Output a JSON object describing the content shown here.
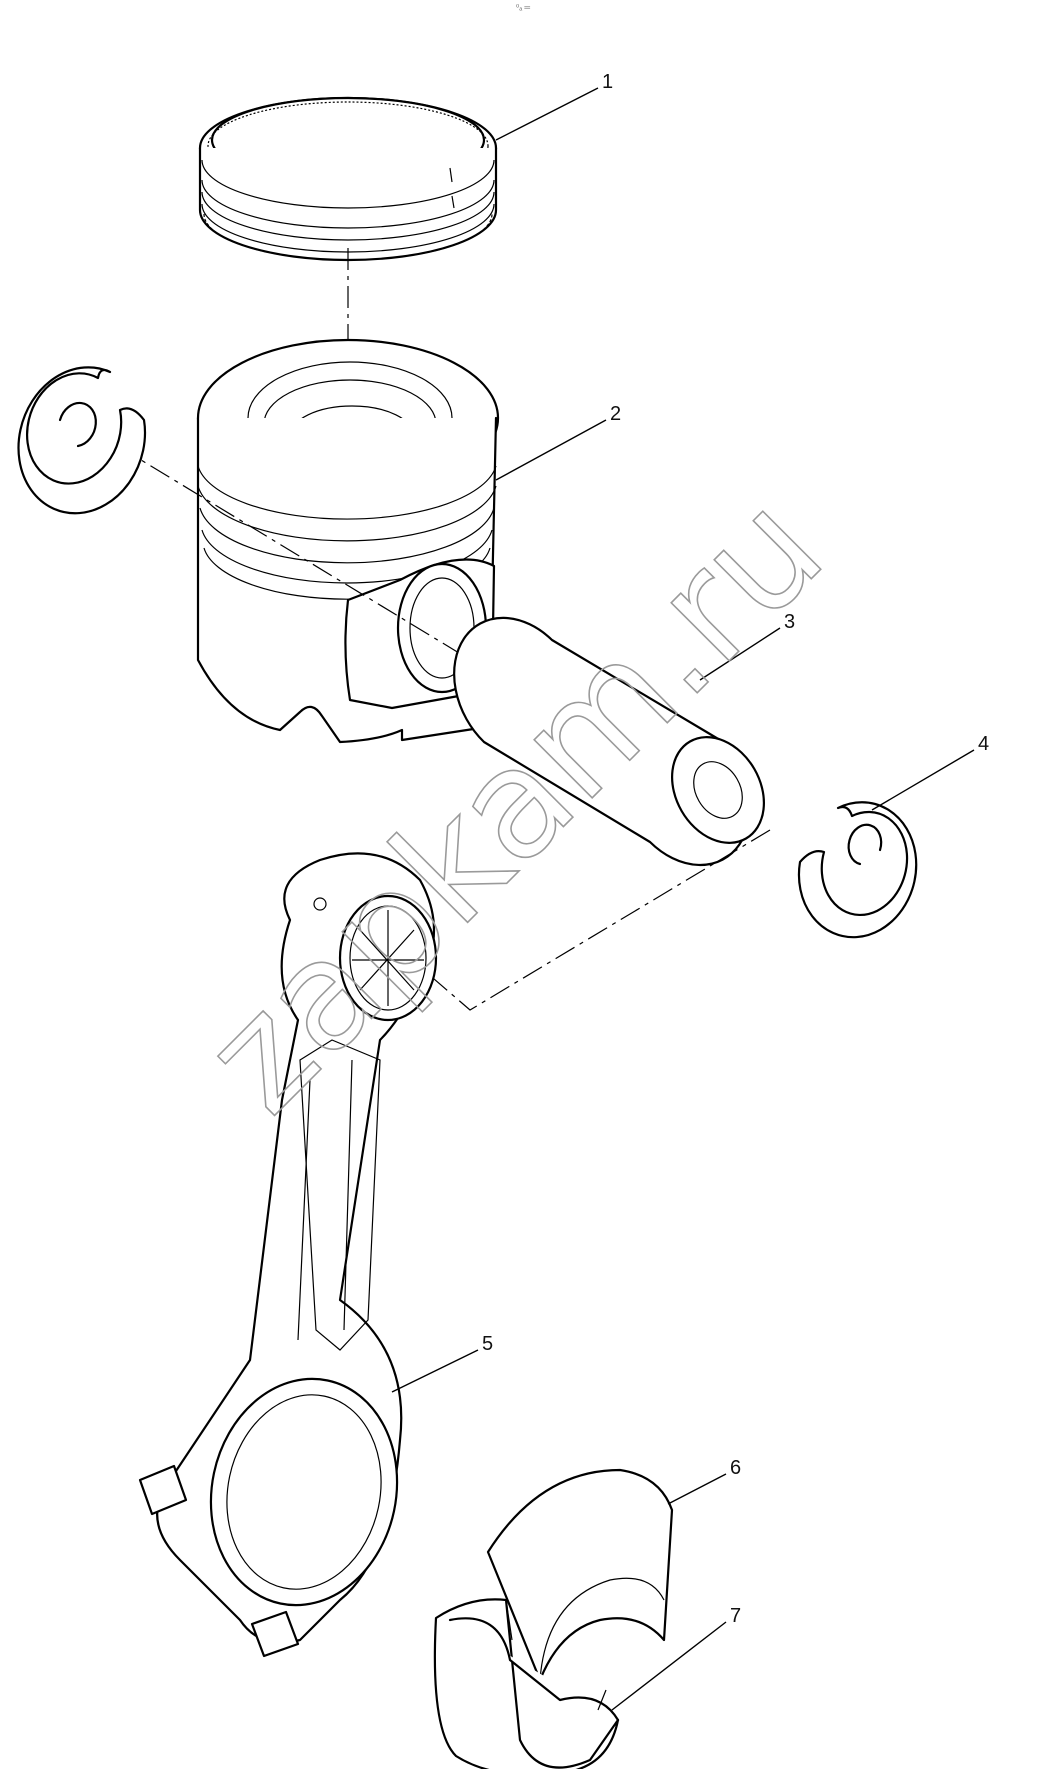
{
  "diagram": {
    "callouts": [
      {
        "id": "1",
        "text": "1"
      },
      {
        "id": "2",
        "text": "2"
      },
      {
        "id": "3",
        "text": "3"
      },
      {
        "id": "4",
        "text": "4"
      },
      {
        "id": "5",
        "text": "5"
      },
      {
        "id": "6",
        "text": "6"
      },
      {
        "id": "7",
        "text": "7"
      }
    ],
    "watermark": "zapkam.ru",
    "corner_mark": "⁰ₐ ═"
  }
}
